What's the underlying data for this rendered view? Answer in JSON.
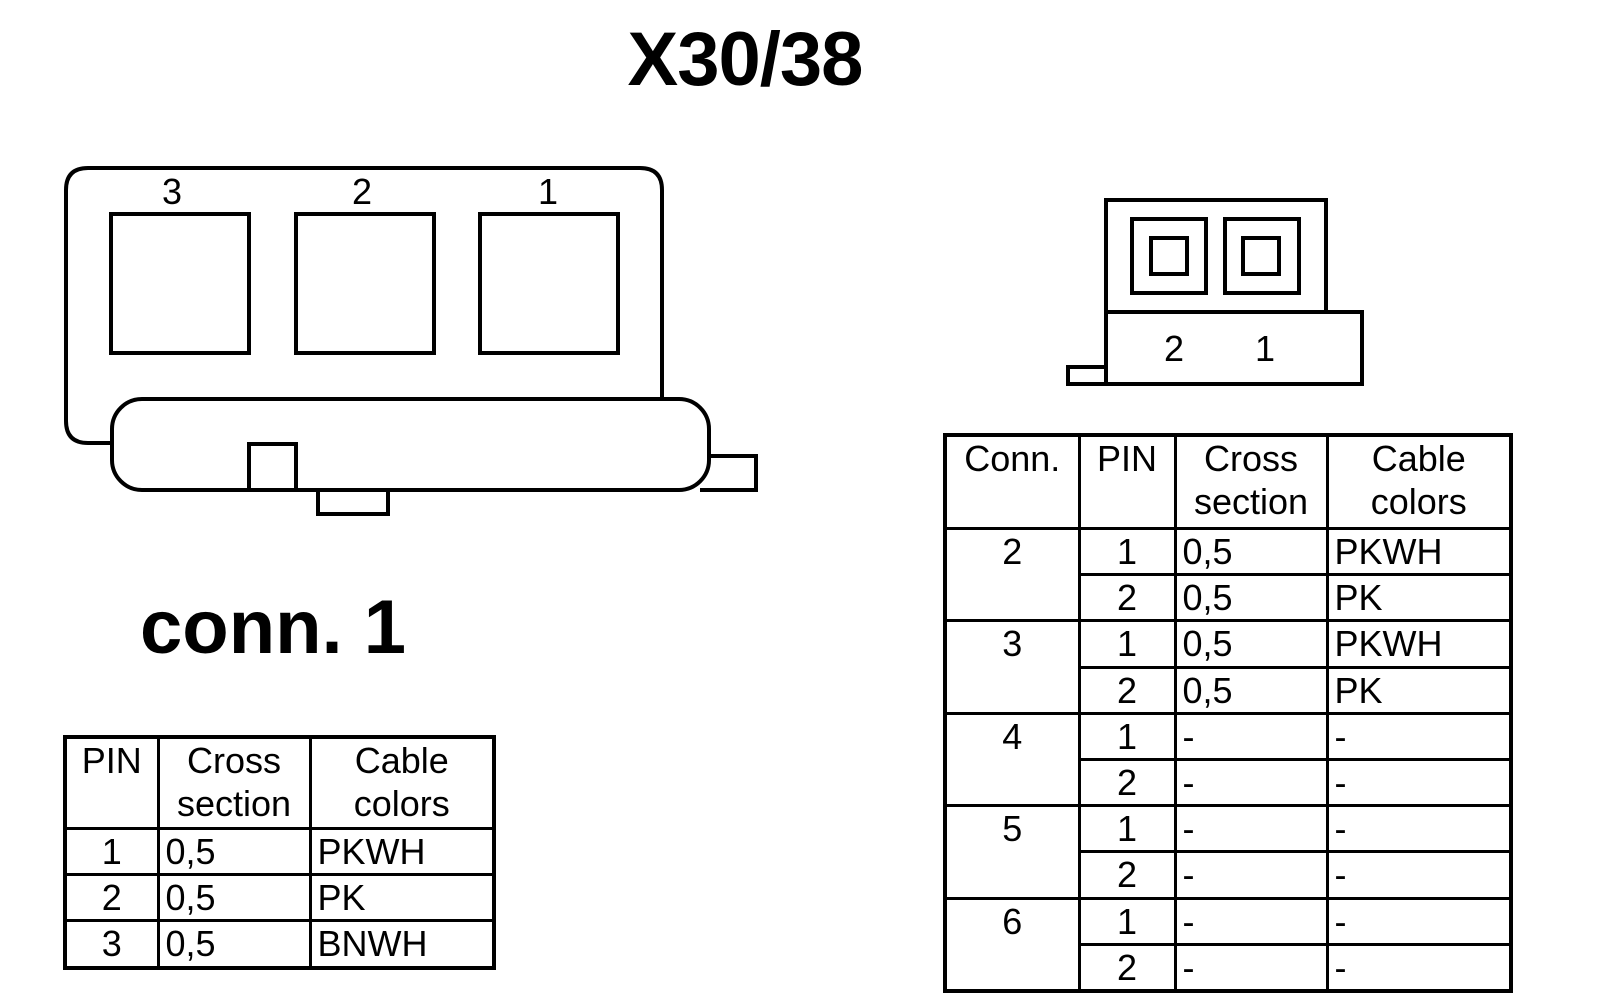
{
  "title": "X30/38",
  "conn1_diagram": {
    "label": "conn. 1",
    "pin_numbers": [
      "3",
      "2",
      "1"
    ]
  },
  "x30_diagram": {
    "pin_numbers": [
      "2",
      "1"
    ]
  },
  "conn1_table": {
    "headers": {
      "pin": "PIN",
      "cross": [
        "Cross",
        "section"
      ],
      "color": [
        "Cable",
        "colors"
      ]
    },
    "rows": [
      {
        "pin": "1",
        "cross": "0,5",
        "color": "PKWH"
      },
      {
        "pin": "2",
        "cross": "0,5",
        "color": "PK"
      },
      {
        "pin": "3",
        "cross": "0,5",
        "color": "BNWH"
      }
    ]
  },
  "x30_table": {
    "headers": {
      "conn": "Conn.",
      "pin": "PIN",
      "cross": [
        "Cross",
        "section"
      ],
      "color": [
        "Cable",
        "colors"
      ]
    },
    "groups": [
      {
        "conn": "2",
        "rows": [
          {
            "pin": "1",
            "cross": "0,5",
            "color": "PKWH"
          },
          {
            "pin": "2",
            "cross": "0,5",
            "color": "PK"
          }
        ]
      },
      {
        "conn": "3",
        "rows": [
          {
            "pin": "1",
            "cross": "0,5",
            "color": "PKWH"
          },
          {
            "pin": "2",
            "cross": "0,5",
            "color": "PK"
          }
        ]
      },
      {
        "conn": "4",
        "rows": [
          {
            "pin": "1",
            "cross": "-",
            "color": "-"
          },
          {
            "pin": "2",
            "cross": "-",
            "color": "-"
          }
        ]
      },
      {
        "conn": "5",
        "rows": [
          {
            "pin": "1",
            "cross": "-",
            "color": "-"
          },
          {
            "pin": "2",
            "cross": "-",
            "color": "-"
          }
        ]
      },
      {
        "conn": "6",
        "rows": [
          {
            "pin": "1",
            "cross": "-",
            "color": "-"
          },
          {
            "pin": "2",
            "cross": "-",
            "color": "-"
          }
        ]
      }
    ]
  }
}
